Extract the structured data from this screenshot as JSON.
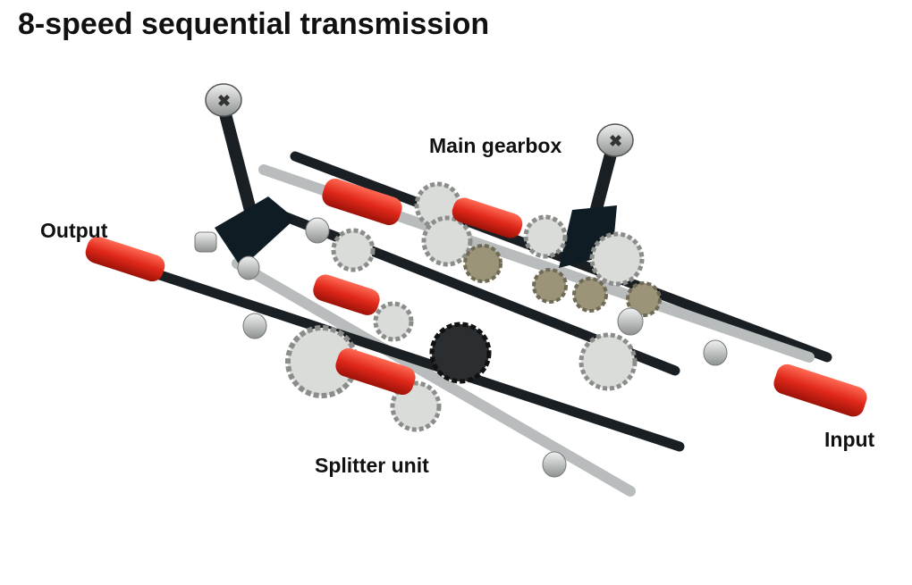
{
  "title": "8-speed sequential transmission",
  "labels": {
    "main_gearbox": "Main gearbox",
    "output": "Output",
    "input": "Input",
    "splitter_unit": "Splitter unit"
  },
  "colors": {
    "axle_dark": "#1a1f24",
    "axle_grey": "#b8bcbc",
    "gear_light": "#d9dcd8",
    "gear_tan": "#9b9479",
    "coupler_red": "#e0281a",
    "bushing": "#c9cccb",
    "liftarm": "#0f1c24"
  }
}
